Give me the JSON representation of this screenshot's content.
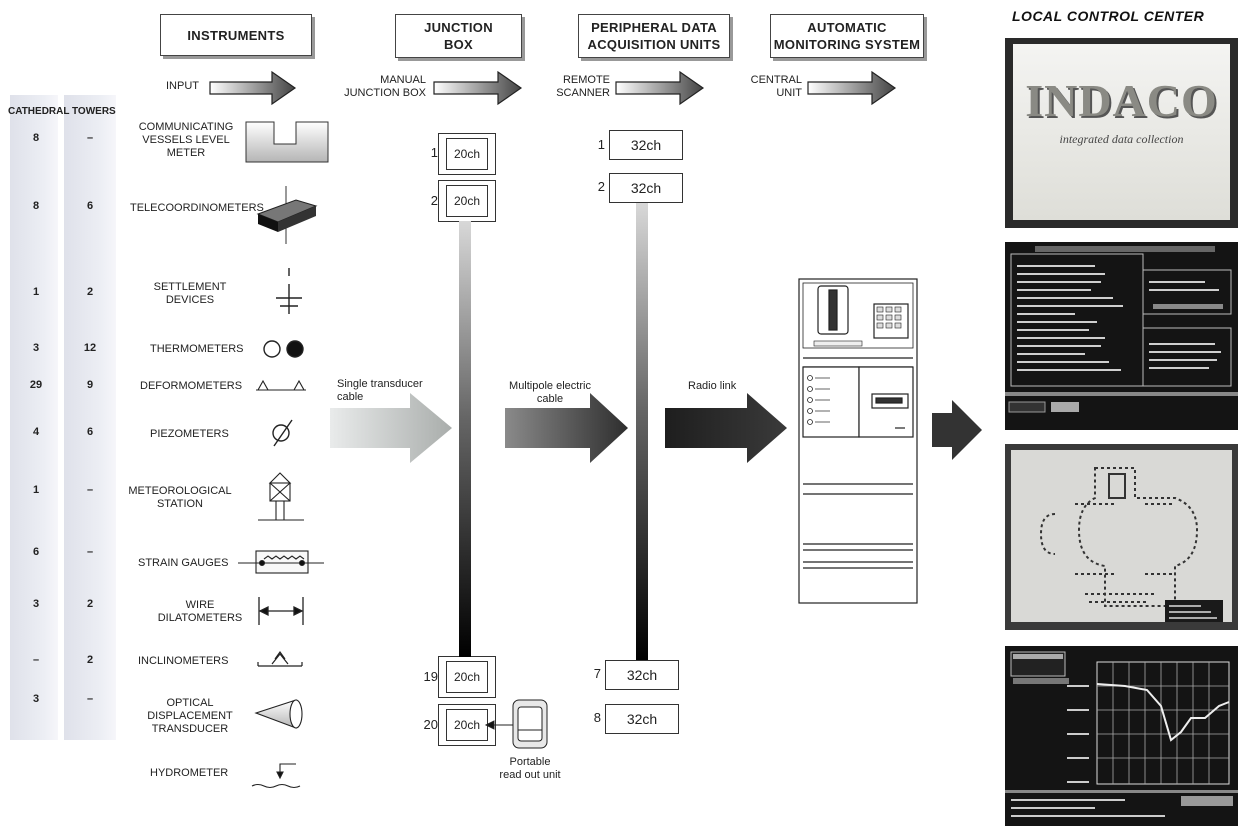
{
  "headers": {
    "instruments": "INSTRUMENTS",
    "junction_box": [
      "JUNCTION",
      "BOX"
    ],
    "peripheral": [
      "PERIPHERAL DATA",
      "ACQUISITION UNITS"
    ],
    "automatic": [
      "AUTOMATIC",
      "MONITORING SYSTEM"
    ],
    "local_control": "LOCAL CONTROL CENTER"
  },
  "stage_labels": {
    "input": "INPUT",
    "manual_jb": [
      "MANUAL",
      "JUNCTION BOX"
    ],
    "remote_scanner": [
      "REMOTE",
      "SCANNER"
    ],
    "central_unit": [
      "CENTRAL",
      "UNIT"
    ]
  },
  "columns": {
    "cathedral": "CATHEDRAL",
    "towers": "TOWERS"
  },
  "instruments": [
    {
      "name": [
        "COMMUNICATING",
        "VESSELS LEVEL",
        "METER"
      ],
      "cathedral": "8",
      "towers": "–",
      "icon": "vessels-level-meter-icon"
    },
    {
      "name": [
        "TELECOORDINOMETERS"
      ],
      "cathedral": "8",
      "towers": "6",
      "icon": "telecoordinometer-icon"
    },
    {
      "name": [
        "SETTLEMENT",
        "DEVICES"
      ],
      "cathedral": "1",
      "towers": "2",
      "icon": "settlement-device-icon"
    },
    {
      "name": [
        "THERMOMETERS"
      ],
      "cathedral": "3",
      "towers": "12",
      "icon": "thermometer-icon"
    },
    {
      "name": [
        "DEFORMOMETERS"
      ],
      "cathedral": "29",
      "towers": "9",
      "icon": "deformometer-icon"
    },
    {
      "name": [
        "PIEZOMETERS"
      ],
      "cathedral": "4",
      "towers": "6",
      "icon": "piezometer-icon"
    },
    {
      "name": [
        "METEOROLOGICAL",
        "STATION"
      ],
      "cathedral": "1",
      "towers": "–",
      "icon": "meteorological-station-icon"
    },
    {
      "name": [
        "STRAIN GAUGES"
      ],
      "cathedral": "6",
      "towers": "–",
      "icon": "strain-gauge-icon"
    },
    {
      "name": [
        "WIRE",
        "DILATOMETERS"
      ],
      "cathedral": "3",
      "towers": "2",
      "icon": "wire-dilatometer-icon"
    },
    {
      "name": [
        "INCLINOMETERS"
      ],
      "cathedral": "–",
      "towers": "2",
      "icon": "inclinometer-icon"
    },
    {
      "name": [
        "OPTICAL",
        "DISPLACEMENT",
        "TRANSDUCER"
      ],
      "cathedral": "3",
      "towers": "–",
      "icon": "optical-transducer-icon"
    },
    {
      "name": [
        "HYDROMETER"
      ],
      "cathedral": "",
      "towers": "",
      "icon": "hydrometer-icon"
    }
  ],
  "junction_boxes": [
    {
      "index": "1",
      "label": "20ch"
    },
    {
      "index": "2",
      "label": "20ch"
    },
    {
      "index": "19",
      "label": "20ch"
    },
    {
      "index": "20",
      "label": "20ch"
    }
  ],
  "scanners": [
    {
      "index": "1",
      "label": "32ch"
    },
    {
      "index": "2",
      "label": "32ch"
    },
    {
      "index": "7",
      "label": "32ch"
    },
    {
      "index": "8",
      "label": "32ch"
    }
  ],
  "links": {
    "single": [
      "Single transducer",
      "cable"
    ],
    "multipole": [
      "Multipole electric",
      "cable"
    ],
    "radio": "Radio link"
  },
  "portable": [
    "Portable",
    "read out unit"
  ],
  "indaco": {
    "title": "INDACO",
    "subtitle": "integrated data collection"
  },
  "colors": {
    "arrow_light": "#cfd2d2",
    "arrow_dark": "#2a2a2a",
    "screen_bg": "#141414"
  }
}
